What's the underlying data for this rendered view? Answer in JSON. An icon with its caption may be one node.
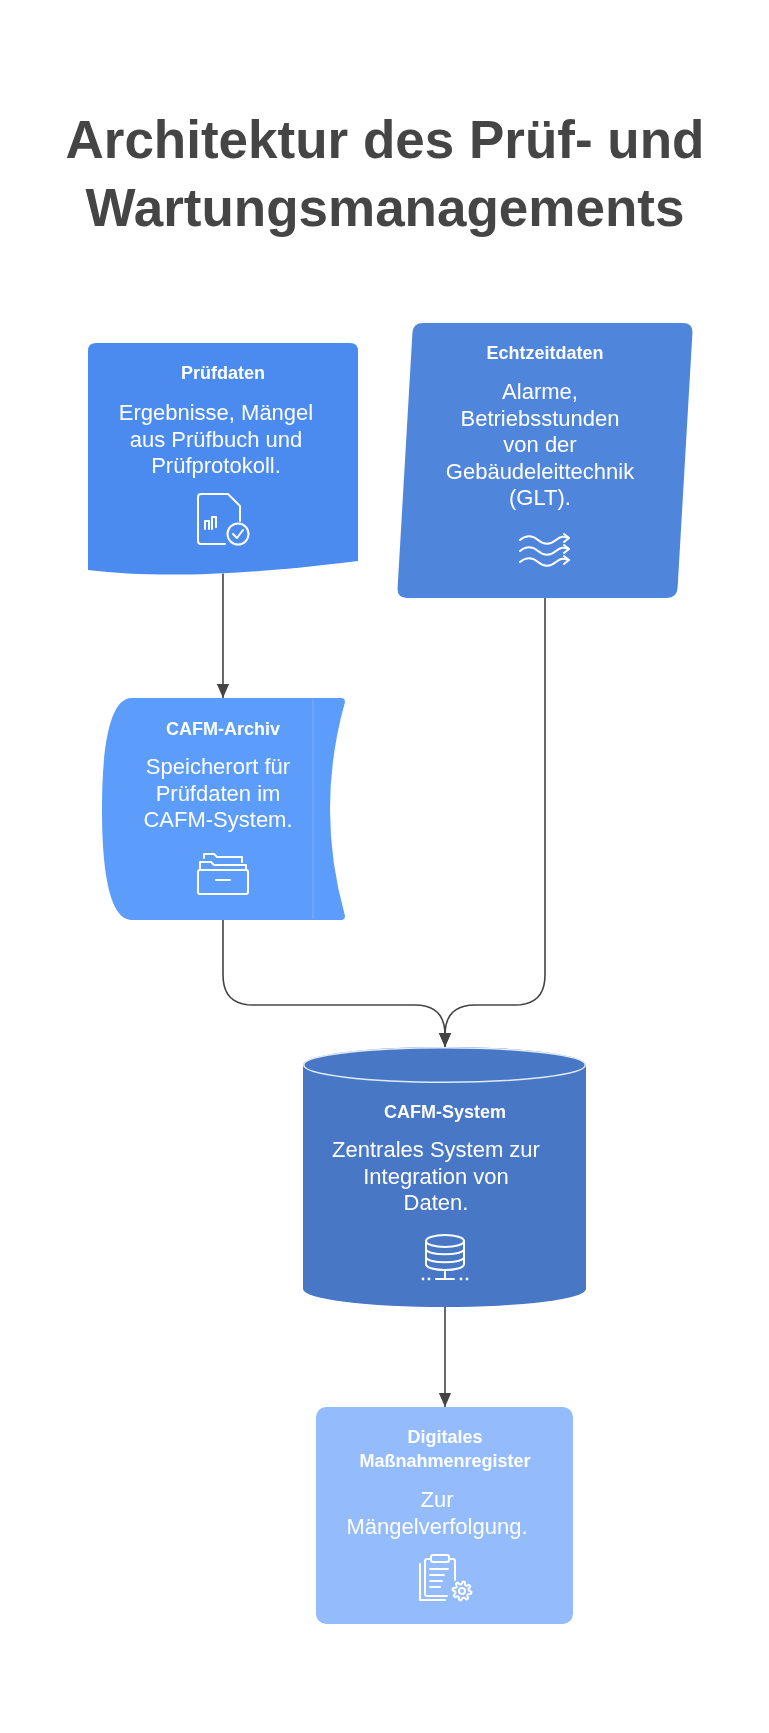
{
  "diagram": {
    "title": "Architektur des Prüf- und Wartungsmanagements",
    "nodes": [
      {
        "text": [
          "Prüfdaten",
          "Ergebnisse, Mängel aus Prüfbuch und Prüfprotokoll."
        ]
      },
      {
        "text": [
          "Echtzeitdaten",
          "Alarme, Betriebsstunden von der Gebäudeleittechnik (GLT)."
        ]
      },
      {
        "text": [
          "CAFM-Archiv",
          "Speicherort für Prüfdaten im CAFM-System."
        ]
      },
      {
        "text": [
          "CAFM-System",
          "Zentrales System zur Integration von Daten."
        ]
      },
      {
        "text": [
          "Digitales Maßnahmenregister",
          "Zur Mängelverfolgung."
        ]
      }
    ],
    "edges": [
      {
        "from": 0,
        "to": 2,
        "arrow": "to"
      },
      {
        "from": 2,
        "to": 3,
        "arrow": "to"
      },
      {
        "from": 1,
        "to": 3,
        "arrow": "to"
      },
      {
        "from": 3,
        "to": 4,
        "arrow": "to"
      }
    ]
  }
}
